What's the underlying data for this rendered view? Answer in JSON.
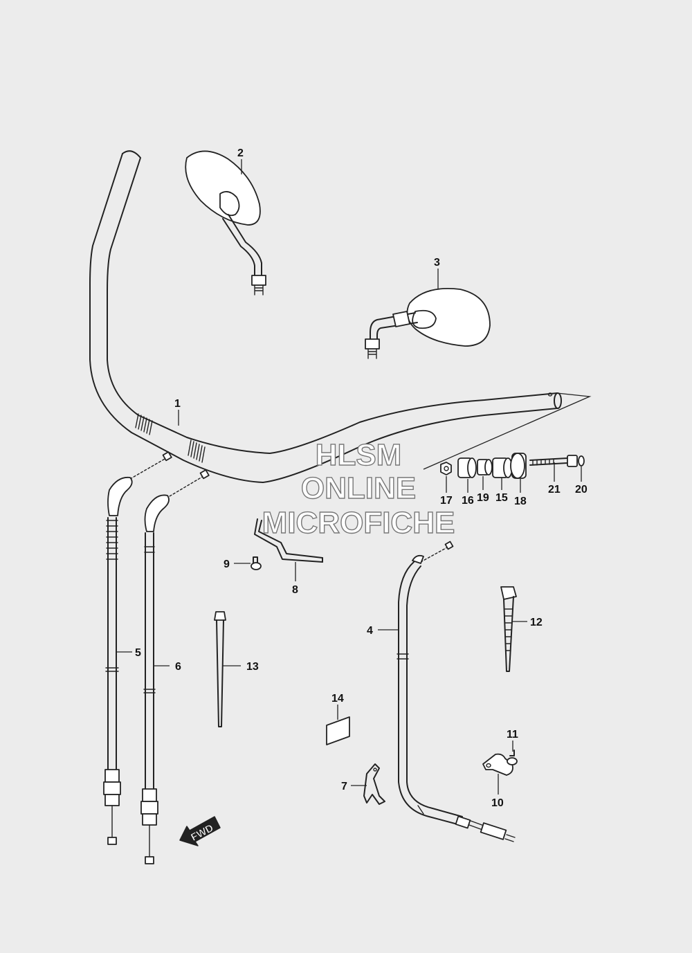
{
  "callouts": [
    "1",
    "2",
    "3",
    "4",
    "5",
    "6",
    "7",
    "8",
    "9",
    "10",
    "11",
    "12",
    "13",
    "14",
    "15",
    "16",
    "17",
    "18",
    "19",
    "20",
    "21"
  ],
  "watermark": {
    "line1": "HLSM",
    "line2": "ONLINE",
    "line3": "MICROFICHE"
  },
  "fwd_label": "FWD"
}
